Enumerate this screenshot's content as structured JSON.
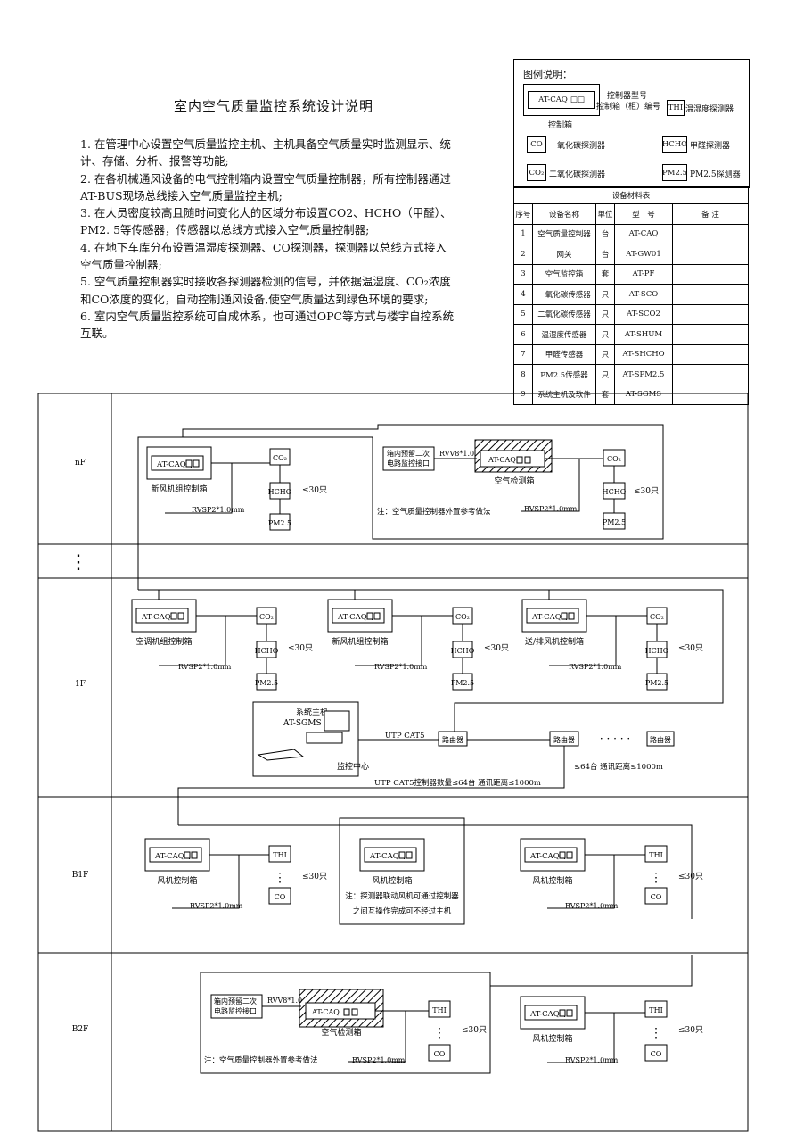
{
  "title": "室内空气质量监控系统设计说明",
  "notes": [
    "1. 在管理中心设置空气质量监控主机、主机具备空气质量实时监测显示、统计、存储、分析、报警等功能;",
    "2. 在各机械通风设备的电气控制箱内设置空气质量控制器，所有控制器通过AT-BUS现场总线接入空气质量监控主机;",
    "3. 在人员密度较高且随时间变化大的区域分布设置CO2、HCHO（甲醛）、PM2. 5等传感器，传感器以总线方式接入空气质量控制器;",
    "4. 在地下车库分布设置温湿度探测器、CO探测器，探测器以总线方式接入空气质量控制器;",
    "5. 空气质量控制器实时接收各探测器检测的信号，并依据温湿度、CO₂浓度和CO浓度的变化，自动控制通风设备,使空气质量达到绿色环境的要求;",
    "6. 室内空气质量监控系统可自成体系，也可通过OPC等方式与楼宇自控系统互联。"
  ],
  "legend": {
    "title": "图例说明：",
    "controller_model_label": "控制器型号",
    "controller_box_label": "控制箱（柜）编号",
    "controller_box_caption": "控制箱",
    "controller_text": "AT-CAQ",
    "items": [
      {
        "symbol": "THI",
        "label": "温湿度探测器"
      },
      {
        "symbol": "CO",
        "label": "一氧化碳探测器"
      },
      {
        "symbol": "HCHO",
        "label": "甲醛探测器"
      },
      {
        "symbol": "CO₂",
        "label": "二氧化碳探测器"
      },
      {
        "symbol": "PM2.5",
        "label": "PM2.5探测器"
      }
    ]
  },
  "materials": {
    "caption": "设备材料表",
    "headers": [
      "序号",
      "设备名称",
      "单位",
      "型　号",
      "备 注"
    ],
    "rows": [
      [
        "1",
        "空气质量控制器",
        "台",
        "AT-CAQ",
        ""
      ],
      [
        "2",
        "网关",
        "台",
        "AT-GW01",
        ""
      ],
      [
        "3",
        "空气监控箱",
        "套",
        "AT-PF",
        ""
      ],
      [
        "4",
        "一氧化碳传感器",
        "只",
        "AT-SCO",
        ""
      ],
      [
        "5",
        "二氧化碳传感器",
        "只",
        "AT-SCO2",
        ""
      ],
      [
        "6",
        "温湿度传感器",
        "只",
        "AT-SHUM",
        ""
      ],
      [
        "7",
        "甲醛传感器",
        "只",
        "AT-SHCHO",
        ""
      ],
      [
        "8",
        "PM2.5传感器",
        "只",
        "AT-SPM2.5",
        ""
      ],
      [
        "9",
        "系统主机及软件",
        "套",
        "AT-SGMS",
        ""
      ]
    ]
  },
  "floors": {
    "nf": "nF",
    "dots": "⋮",
    "f1": "1F",
    "b1f": "B1F",
    "b2f": "B2F"
  },
  "diagram": {
    "controller": "AT-CAQ",
    "co2": "CO₂",
    "hcho": "HCHO",
    "pm25": "PM2.5",
    "thi": "THI",
    "co": "CO",
    "count30": "≤30只",
    "rvsp": "RVSP2*1.0mm",
    "rvv": "RVV8*1.0",
    "reserve_line1": "箱内预留二次",
    "reserve_line2": "电路监控接口",
    "air_box": "空气检测箱",
    "external_note": "注：空气质量控制器外置参考做法",
    "new_air_box": "新风机组控制箱",
    "ac_box": "空调机组控制箱",
    "exhaust_box": "送/排风机控制箱",
    "fan_box": "风机控制箱",
    "host_line1": "系统主机",
    "host_line2": "AT-SGMS",
    "monitor_center": "监控中心",
    "utp": "UTP CAT5",
    "router": "路由器",
    "router_count": "≤64台 通讯距离≤1000m",
    "utp_note": "UTP CAT5控制器数量≤64台 通讯距离≤1000m",
    "b1f_note_line1": "注：探测器联动风机可通过控制器",
    "b1f_note_line2": "之间互操作完成可不经过主机",
    "router_dots": "· · · · ·"
  }
}
